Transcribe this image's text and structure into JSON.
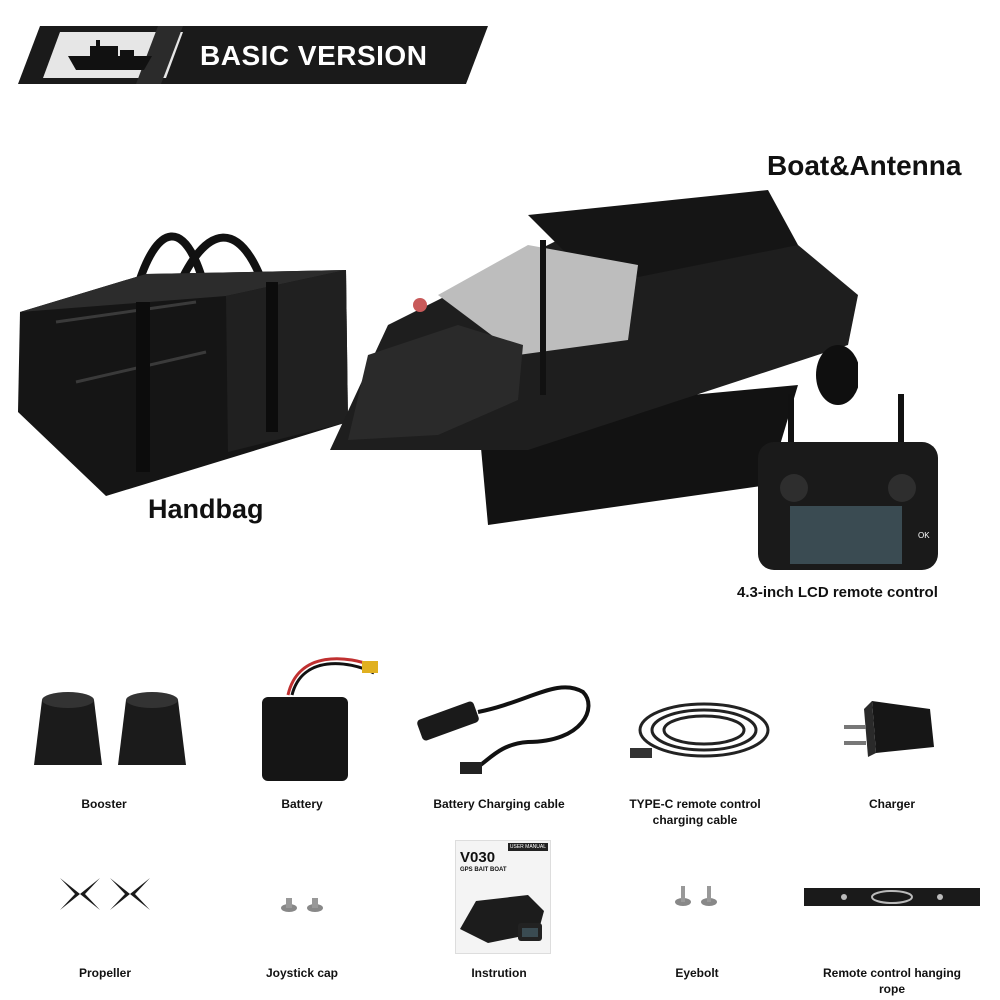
{
  "header": {
    "title": "BASIC VERSION",
    "icon": "boat-icon"
  },
  "main_items": {
    "boat": "Boat&Antenna",
    "handbag": "Handbag",
    "remote": "4.3-inch LCD remote control"
  },
  "accessories": [
    {
      "label": "Booster"
    },
    {
      "label": "Battery"
    },
    {
      "label": "Battery Charging cable"
    },
    {
      "label": "TYPE-C remote control charging cable"
    },
    {
      "label": "Charger"
    },
    {
      "label": "Propeller"
    },
    {
      "label": "Joystick cap"
    },
    {
      "label": "Instrution"
    },
    {
      "label": "Eyebolt"
    },
    {
      "label": "Remote control hanging rope"
    }
  ],
  "manual": {
    "model": "V030",
    "subtitle": "GPS BAIT BOAT",
    "tag": "USER MANUAL"
  },
  "remote_buttons": [
    "OK"
  ],
  "colors": {
    "banner_dark": "#1a1a1a",
    "banner_light": "#d9d9d9",
    "product": "#1c1c1c"
  }
}
